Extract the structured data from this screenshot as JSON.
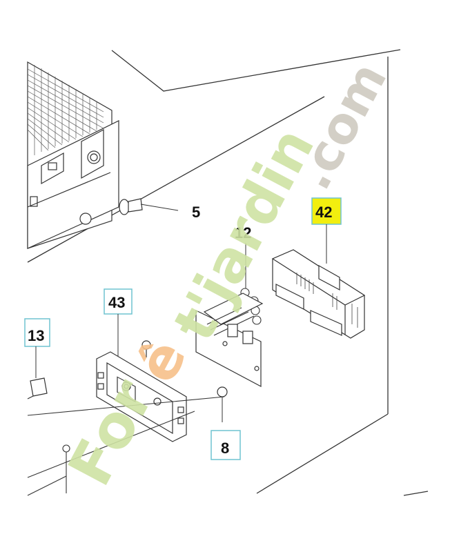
{
  "diagram": {
    "callouts": {
      "c5": "5",
      "c12": "12",
      "c42": "42",
      "c43": "43",
      "c13": "13",
      "c8": "8"
    },
    "highlight_color": "#f2ee0f",
    "box_border_color": "#6ec3d0",
    "watermark": {
      "text": "Forêt'jardin.com",
      "part1": "For",
      "part2": "ê",
      "part3": "t'jardin",
      "part4": ".com",
      "green": "#cfe3a3",
      "orange": "#f6c089",
      "grey": "#cfcac0"
    }
  }
}
